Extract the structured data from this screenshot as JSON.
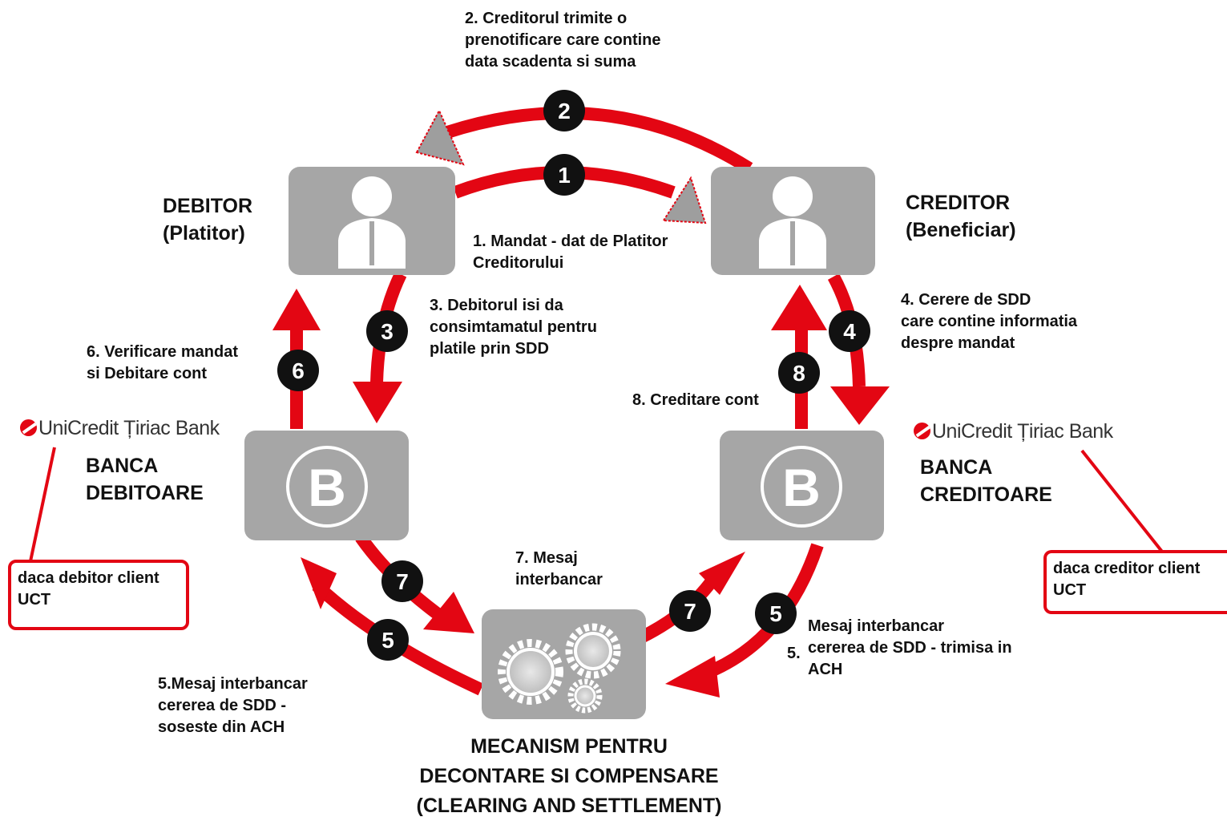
{
  "nodes": {
    "debitor": {
      "title": "DEBITOR\n(Platitor)"
    },
    "creditor": {
      "title": "CREDITOR\n(Beneficiar)"
    },
    "banca_debitoare": {
      "title": "BANCA\nDEBITOARE",
      "logo": "UniCredit Țiriac Bank",
      "callout": "daca debitor client\nUCT"
    },
    "banca_creditoare": {
      "title": "BANCA\nCREDITOARE",
      "logo": "UniCredit Țiriac Bank",
      "callout": "daca creditor client\nUCT"
    },
    "mecanism": {
      "title": "MECANISM PENTRU\nDECONTARE SI COMPENSARE\n(CLEARING AND SETTLEMENT)"
    }
  },
  "bank_icon_letter": "B",
  "steps": {
    "s1": {
      "badge": "1",
      "text": "1. Mandat - dat de Platitor\n    Creditorului"
    },
    "s2": {
      "badge": "2",
      "text": "2. Creditorul trimite o\nprenotificare care contine\ndata scadenta si suma"
    },
    "s3": {
      "badge": "3",
      "text": "3. Debitorul isi da\nconsimtamatul pentru\nplatile prin SDD"
    },
    "s4": {
      "badge": "4",
      "text": "4. Cerere de SDD\ncare contine informatia\ndespre mandat"
    },
    "s5_left": {
      "badge": "5",
      "text": "5.Mesaj interbancar\n   cererea de SDD -\n   soseste din ACH"
    },
    "s5_right": {
      "badge": "5",
      "prefix": "5.",
      "text": "Mesaj interbancar\ncererea de SDD - trimisa in\nACH"
    },
    "s6": {
      "badge": "6",
      "text": "6. Verificare mandat\nsi Debitare cont"
    },
    "s7": {
      "badge": "7",
      "text": "7. Mesaj\ninterbancar"
    },
    "s8": {
      "badge": "8",
      "text": "8. Creditare cont"
    }
  },
  "colors": {
    "arrow": "#e30613",
    "box": "#a6a6a6",
    "badge": "#111111",
    "text": "#111111"
  }
}
